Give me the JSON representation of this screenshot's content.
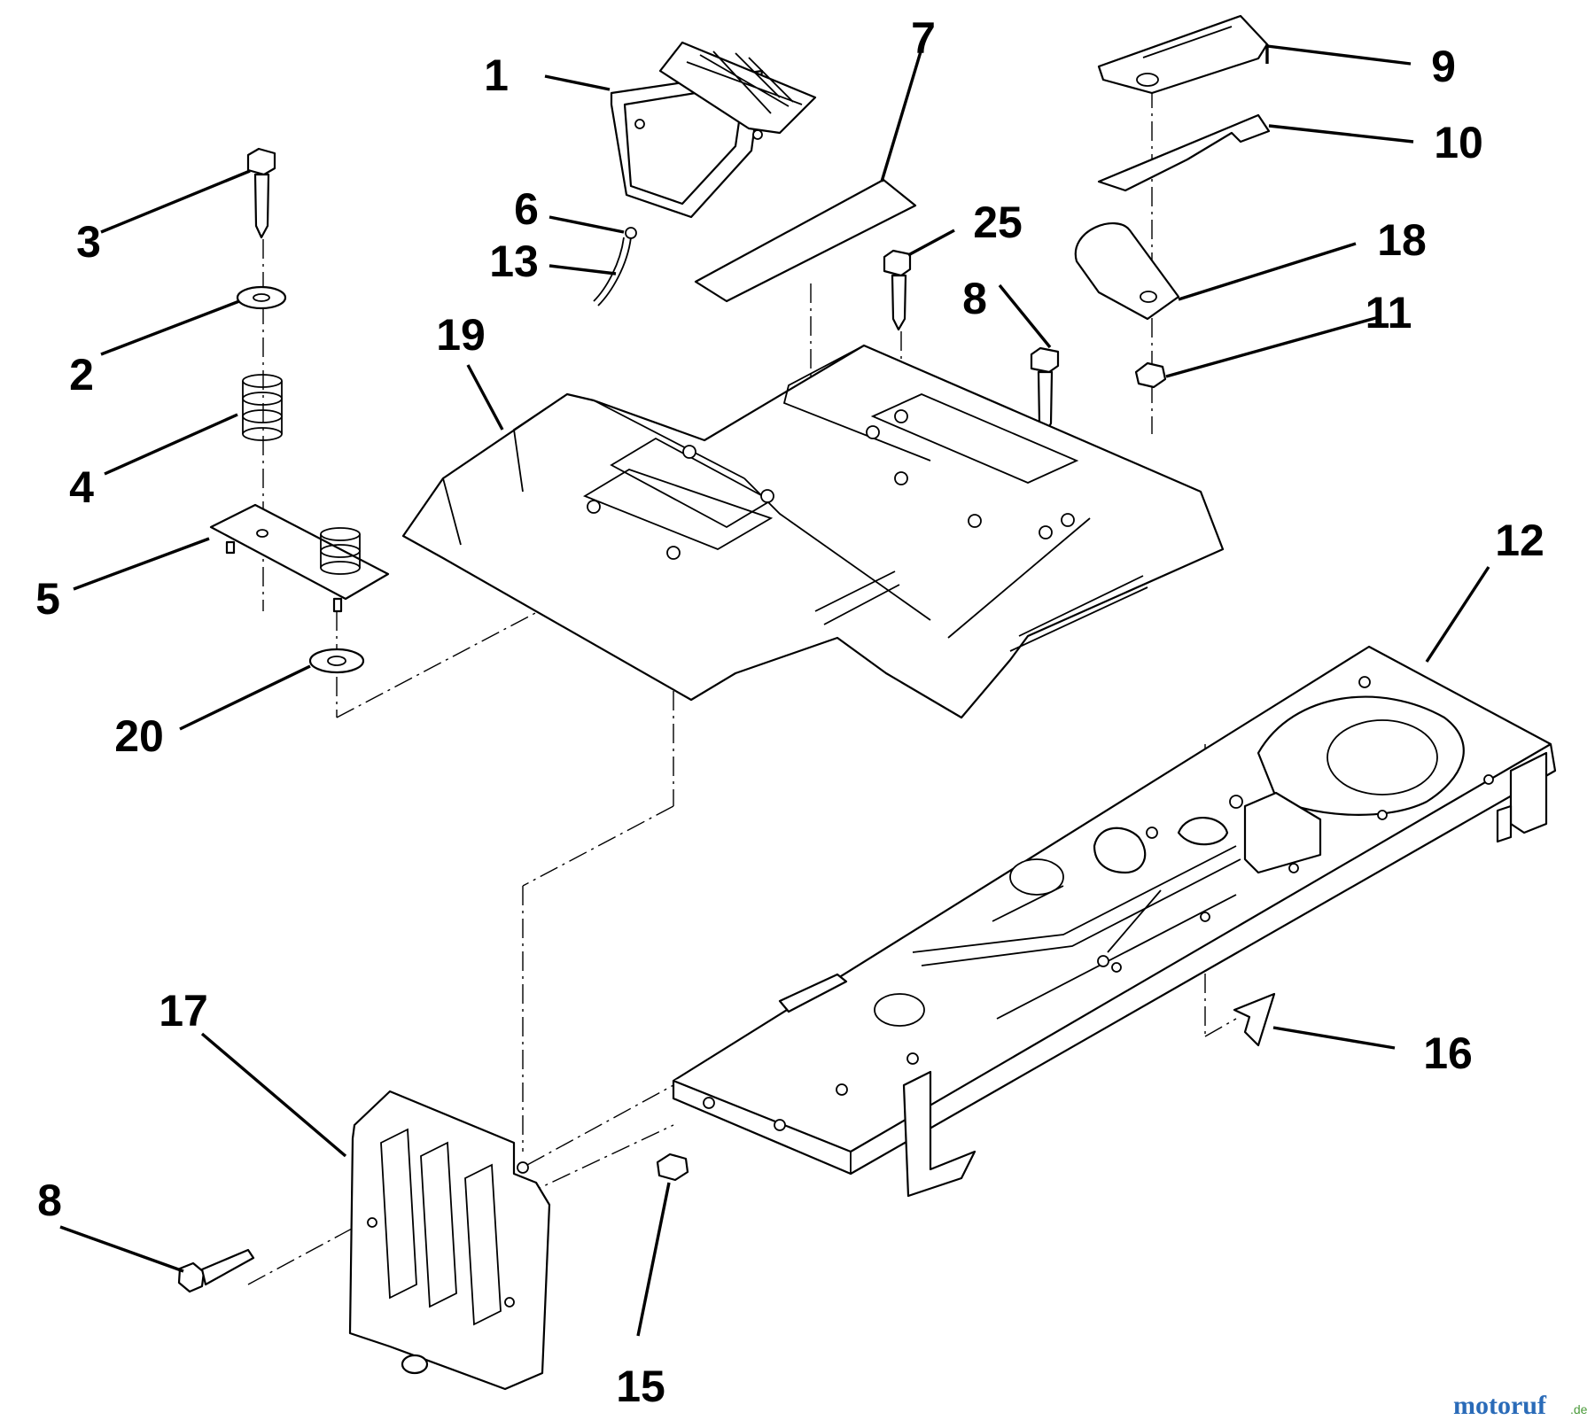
{
  "callouts": {
    "c1": "1",
    "c2": "2",
    "c3": "3",
    "c4": "4",
    "c5": "5",
    "c6": "6",
    "c7": "7",
    "c8a": "8",
    "c8b": "8",
    "c9": "9",
    "c10": "10",
    "c11": "11",
    "c12": "12",
    "c13": "13",
    "c15": "15",
    "c16": "16",
    "c17": "17",
    "c18": "18",
    "c19": "19",
    "c20": "20",
    "c25": "25"
  },
  "watermark": {
    "brand": "motoruf",
    "tld": ".de"
  },
  "colors": {
    "line": "#000000",
    "background": "#ffffff",
    "wm_blue": "#2a6bb8",
    "wm_green": "#4a9a3a"
  }
}
